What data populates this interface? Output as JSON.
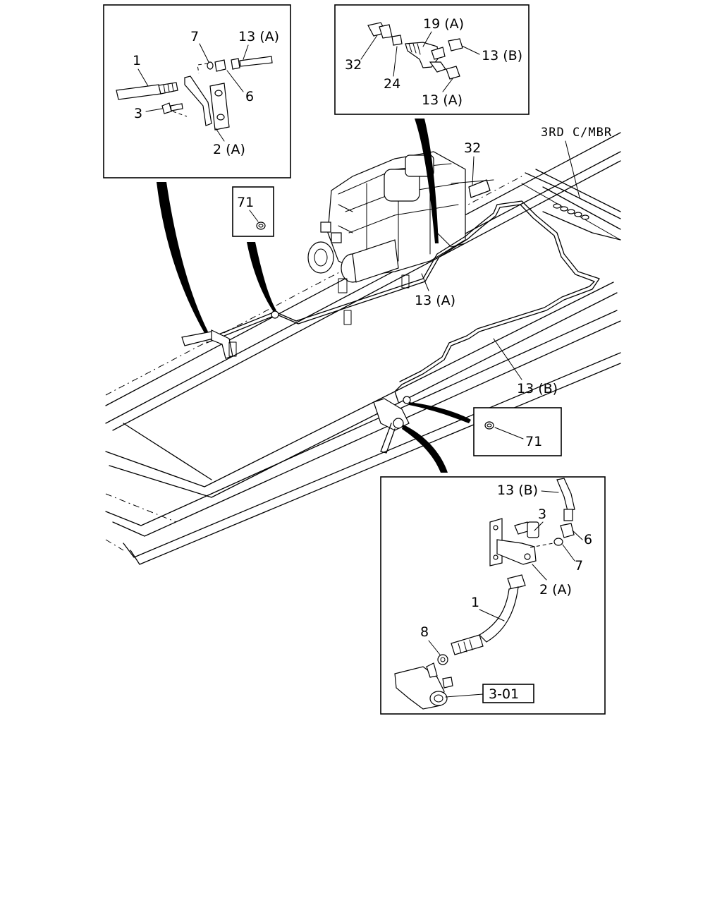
{
  "labels": {
    "tl_7": "7",
    "tl_13a": "13 (A)",
    "tl_1": "1",
    "tl_6": "6",
    "tl_3": "3",
    "tl_2a": "2 (A)",
    "tr_19a": "19 (A)",
    "tr_32": "32",
    "tr_13b": "13 (B)",
    "tr_24": "24",
    "tr_13a": "13 (A)",
    "mbr": "3RD C/MBR",
    "main_32": "32",
    "box71_top": "71",
    "main_13a": "13 (A)",
    "main_13b": "13 (B)",
    "box71_right": "71",
    "br_13b": "13 (B)",
    "br_3": "3",
    "br_6": "6",
    "br_7": "7",
    "br_2a": "2 (A)",
    "br_1": "1",
    "br_8": "8",
    "ref_box": "3-01"
  }
}
